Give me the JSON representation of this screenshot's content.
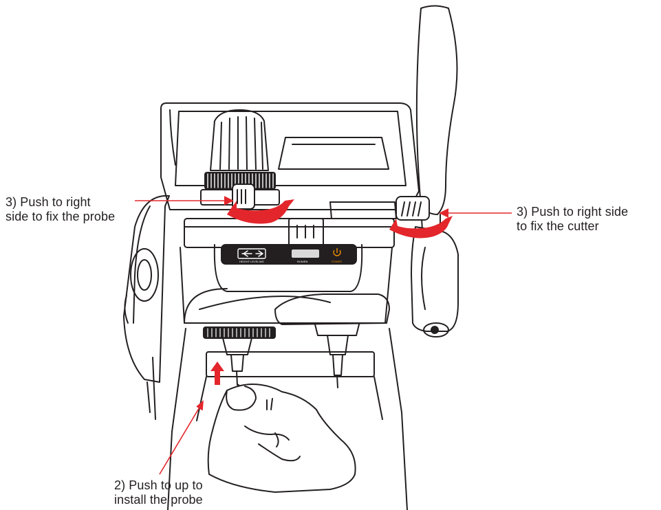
{
  "callouts": {
    "probe_fix": {
      "line1": "3) Push to right",
      "line2": "side to fix the probe"
    },
    "cutter_fix": {
      "line1": "3) Push to right side",
      "line2": "to fix the cutter"
    },
    "probe_install": {
      "line1": "2) Push to up to",
      "line2": "install the probe"
    }
  },
  "panel": {
    "height_leveling_label": "HEIGHT LEVELING",
    "run_label": "RUN/EN",
    "power_label": "POWER"
  },
  "icons": {
    "power": "power-icon",
    "probe_arrow": "arrow-up-icon",
    "rotate_arrows": "curved-arrow-icon"
  },
  "colors": {
    "accent": "#e3262c",
    "ink": "#231f20",
    "power": "#f39200"
  }
}
